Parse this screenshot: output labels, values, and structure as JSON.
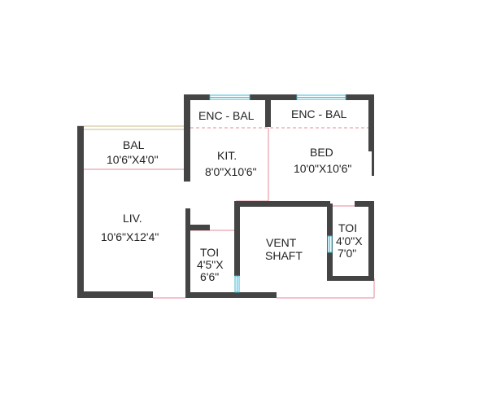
{
  "rooms": [
    {
      "name": "ENC - BAL",
      "size": ""
    },
    {
      "name": "ENC - BAL",
      "size": ""
    },
    {
      "name": "BAL",
      "size": "10'6\"X4'0\""
    },
    {
      "name": "KIT.",
      "size": "8'0\"X10'6\""
    },
    {
      "name": "BED",
      "size": "10'0\"X10'6\""
    },
    {
      "name": "LIV.",
      "size": "10'6\"X12'4\""
    },
    {
      "name": "TOI",
      "size_line1": "4'5\"X",
      "size_line2": "6'6\""
    },
    {
      "name": "VENT",
      "name_line2": "SHAFT"
    },
    {
      "name": "TOI",
      "size_line1": "4'0\"X",
      "size_line2": "7'0\""
    }
  ],
  "colors": {
    "wall": "#444444",
    "partition": "#e58a9a",
    "window": "#39b7d6",
    "railing": "#c9b98a"
  }
}
